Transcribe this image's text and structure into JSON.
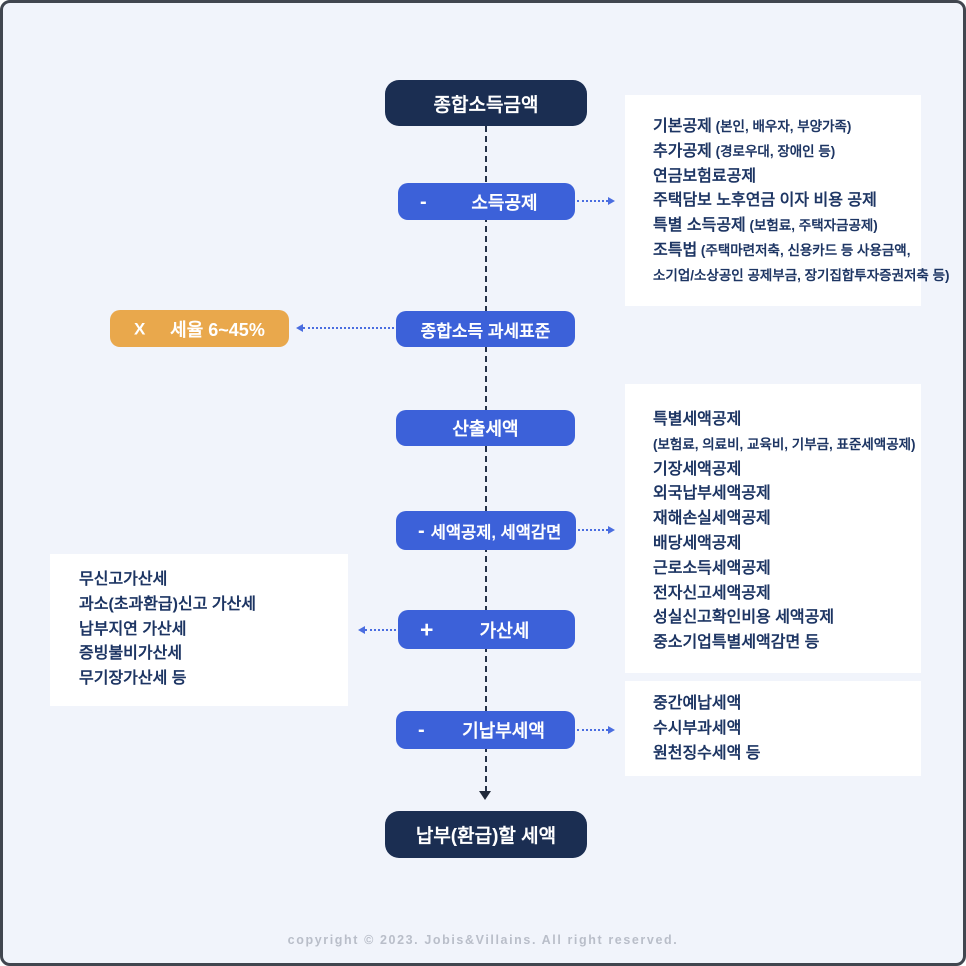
{
  "colors": {
    "background": "#f1f4fb",
    "frame_border": "#41464f",
    "navy_box": "#1b2e52",
    "blue_box": "#3c61d9",
    "orange_box": "#e9a84c",
    "panel_bg": "#ffffff",
    "panel_text": "#1d3563",
    "connector_dark": "#253249",
    "connector_blue": "#4a6de0",
    "copyright_gray": "#b9bec9"
  },
  "flow": {
    "total_income": {
      "label": "종합소득금액"
    },
    "income_deduction": {
      "sign": "-",
      "label": "소득공제"
    },
    "tax_base": {
      "label": "종합소득 과세표준"
    },
    "tax_rate": {
      "sign": "X",
      "label": "세율 6~45%"
    },
    "calculated_tax": {
      "label": "산출세액"
    },
    "tax_credit": {
      "sign": "-",
      "label": "세액공제, 세액감면"
    },
    "penalty": {
      "sign": "+",
      "label": "가산세"
    },
    "prepaid": {
      "sign": "-",
      "label": "기납부세액"
    },
    "final": {
      "label": "납부(환급)할 세액"
    }
  },
  "panels": {
    "income_deduction_details": {
      "items": [
        {
          "main": "기본공제",
          "note": "(본인, 배우자, 부양가족)"
        },
        {
          "main": "추가공제",
          "note": "(경로우대, 장애인 등)"
        },
        {
          "main": "연금보험료공제"
        },
        {
          "main": "주택담보 노후연금 이자 비용 공제"
        },
        {
          "main": "특별 소득공제",
          "note": "(보험료, 주택자금공제)"
        },
        {
          "main": "조특법",
          "note": "(주택마련저축, 신용카드 등 사용금액,"
        },
        {
          "note": "소기업/소상공인 공제부금, 장기집합투자증권저축 등)"
        }
      ]
    },
    "tax_credit_details": {
      "items": [
        {
          "main": "특별세액공제"
        },
        {
          "note": "(보험료, 의료비, 교육비, 기부금, 표준세액공제)"
        },
        {
          "main": "기장세액공제"
        },
        {
          "main": "외국납부세액공제"
        },
        {
          "main": "재해손실세액공제"
        },
        {
          "main": "배당세액공제"
        },
        {
          "main": "근로소득세액공제"
        },
        {
          "main": "전자신고세액공제"
        },
        {
          "main": "성실신고확인비용 세액공제"
        },
        {
          "main": "중소기업특별세액감면 등"
        }
      ]
    },
    "penalty_details": {
      "items": [
        {
          "main": "무신고가산세"
        },
        {
          "main": "과소(초과환급)신고 가산세"
        },
        {
          "main": "납부지연 가산세"
        },
        {
          "main": "증빙불비가산세"
        },
        {
          "main": "무기장가산세 등"
        }
      ]
    },
    "prepaid_details": {
      "items": [
        {
          "main": "중간예납세액"
        },
        {
          "main": "수시부과세액"
        },
        {
          "main": "원천징수세액 등"
        }
      ]
    }
  },
  "footer": {
    "copyright": "copyright © 2023. Jobis&Villains. All right reserved."
  }
}
